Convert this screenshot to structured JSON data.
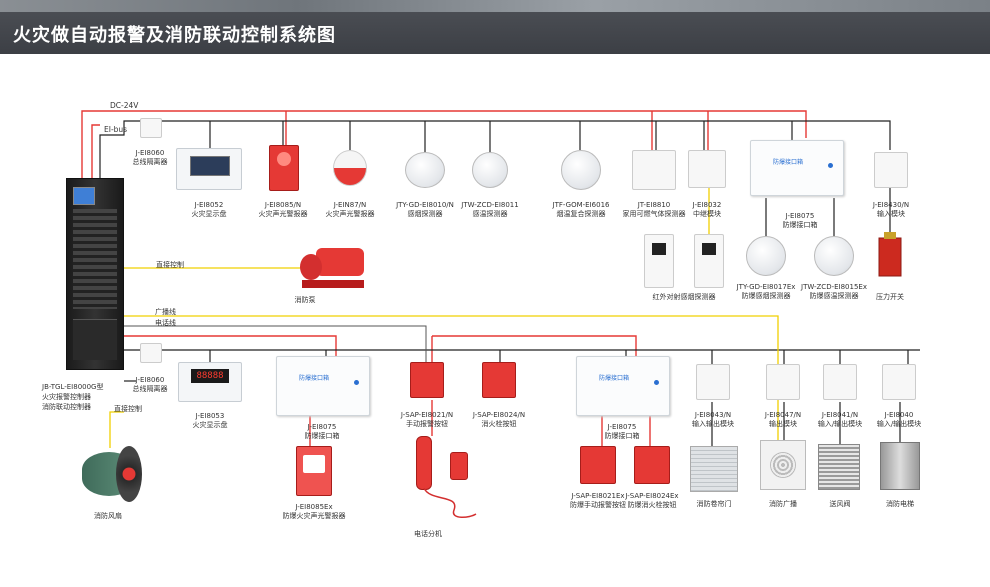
{
  "page": {
    "title": "火灾做自动报警及消防联动控制系统图",
    "bus_dc24v": "DC-24V",
    "bus_eibus": "EI-bus",
    "line_direct1": "直接控制",
    "line_direct2": "直接控制",
    "line_broadcast": "广播线",
    "line_phone": "电话线"
  },
  "controller": {
    "model": "JB-TGL-EI8000G型",
    "name1": "火灾报警控制器",
    "name2": "消防联动控制器"
  },
  "top_row": [
    {
      "model": "J-EI8060",
      "name": "总线隔离器"
    },
    {
      "model": "J-EI8052",
      "name": "火灾显示盘"
    },
    {
      "model": "J-EI8085/N",
      "name": "火灾声光警报器"
    },
    {
      "model": "J-EIN87/N",
      "name": "火灾声光警报器"
    },
    {
      "model": "JTY-GD-EI8010/N",
      "name": "感烟探测器"
    },
    {
      "model": "JTW-ZCD-EI8011",
      "name": "感温探测器"
    },
    {
      "model": "JTF-GOM-EI6016",
      "name": "烟温复合探测器"
    },
    {
      "model": "JT-EI8810",
      "name": "家用可燃气体探测器"
    },
    {
      "model": "J-EI8032",
      "name": "中继模块"
    },
    {
      "model": "J-EI8075",
      "name": "防爆接口箱",
      "panel": "防爆接口箱"
    },
    {
      "model": "J-EI8430/N",
      "name": "输入模块"
    }
  ],
  "top_sub": [
    {
      "name": "红外对射感烟探测器"
    },
    {
      "model": "JTY-GD-EI8017Ex",
      "name": "防爆感烟探测器"
    },
    {
      "model": "JTW-ZCD-EI8015Ex",
      "name": "防爆感温探测器"
    },
    {
      "name": "压力开关"
    }
  ],
  "pump": {
    "name": "消防泵"
  },
  "fan": {
    "name": "消防风扇"
  },
  "bottom_row": [
    {
      "model": "J-EI8060",
      "name": "总线隔离器"
    },
    {
      "model": "J-EI8053",
      "name": "火灾显示盘",
      "display": "88888"
    },
    {
      "model": "J-EI8075",
      "name": "防爆接口箱",
      "panel": "防爆接口箱"
    },
    {
      "model": "J-SAP-EI8021/N",
      "name": "手动报警按钮"
    },
    {
      "model": "J-SAP-EI8024/N",
      "name": "消火栓按钮"
    },
    {
      "model": "J-EI8075",
      "name": "防爆接口箱",
      "panel": "防爆接口箱"
    },
    {
      "model": "J-EI8043/N",
      "name": "输入输出模块"
    },
    {
      "model": "J-EI8047/N",
      "name": "输出模块"
    },
    {
      "model": "J-EI8041/N",
      "name": "输入/输出模块"
    },
    {
      "model": "J-EI8040",
      "name": "输入/输出模块"
    }
  ],
  "bottom_sub": [
    {
      "model": "J-EI8085Ex",
      "name": "防爆火灾声光警报器"
    },
    {
      "name": "电话分机"
    },
    {
      "model": "J-SAP-EI8021Ex",
      "name": "防爆手动报警按钮"
    },
    {
      "model": "J-SAP-EI8024Ex",
      "name": "防爆消火栓按钮"
    },
    {
      "name": "消防卷帘门"
    },
    {
      "name": "消防广播"
    },
    {
      "name": "送风阀"
    },
    {
      "name": "消防电梯"
    }
  ],
  "colors": {
    "dc24v": "#e53935",
    "bus": "#222222",
    "control": "#f0d000",
    "broadcast": "#f0b400",
    "phone": "#3a3a3a",
    "titlebar": "#3f4248"
  }
}
